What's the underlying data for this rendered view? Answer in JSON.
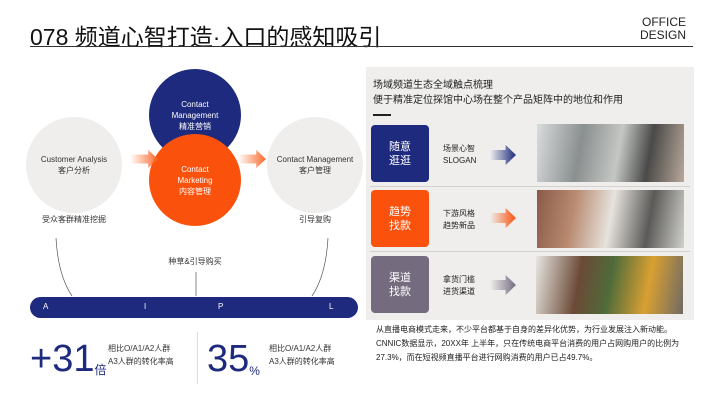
{
  "header": {
    "title": "078 频道心智打造·入口的感知吸引",
    "brand_line1": "OFFICE",
    "brand_line2": "DESIGN"
  },
  "diagram": {
    "left_circle": {
      "en": "Customer Analysis",
      "zh": "客户分析",
      "caption": "受众客群精准挖掘"
    },
    "top_circle": {
      "en1": "Contact",
      "en2": "Management",
      "zh": "精准营销"
    },
    "bottom_circle": {
      "en1": "Contact",
      "en2": "Marketing",
      "zh": "内容管理",
      "caption": "种草&引导购买"
    },
    "right_circle": {
      "en": "Contact Management",
      "zh": "客户管理",
      "caption": "引导复购"
    },
    "aipl": [
      "A",
      "I",
      "P",
      "L"
    ]
  },
  "stats": [
    {
      "value": "+31",
      "unit": "倍",
      "line1": "相比O/A1/A2人群",
      "line2": "A3人群的转化率高"
    },
    {
      "value": "35",
      "unit": "%",
      "line1": "相比O/A1/A2人群",
      "line2": "A3人群的转化率高"
    }
  ],
  "panel": {
    "heading1": "场域频道生态全域触点梳理",
    "heading2": "便于精准定位探馆中心场在整个产品矩阵中的地位和作用",
    "rows": [
      {
        "tag1": "随意",
        "tag2": "逛逛",
        "text1": "场景心智",
        "text2": "SLOGAN",
        "color": "#1d2a7d"
      },
      {
        "tag1": "趋势",
        "tag2": "找款",
        "text1": "下游风格",
        "text2": "趋势新品",
        "color": "#fa520d"
      },
      {
        "tag1": "渠道",
        "tag2": "找款",
        "text1": "拿货门槛",
        "text2": "进货渠道",
        "color": "#756b7f"
      }
    ],
    "paragraph": "从直播电商模式走来，不少平台都基于自身的差异化优势，为行业发展注入新动能。CNNIC数据显示，20XX年 上半年，只在传统电商平台消费的用户占网购用户的比例为27.3%，而在短视频直播平台进行网购消费的用户已占49.7%。"
  }
}
